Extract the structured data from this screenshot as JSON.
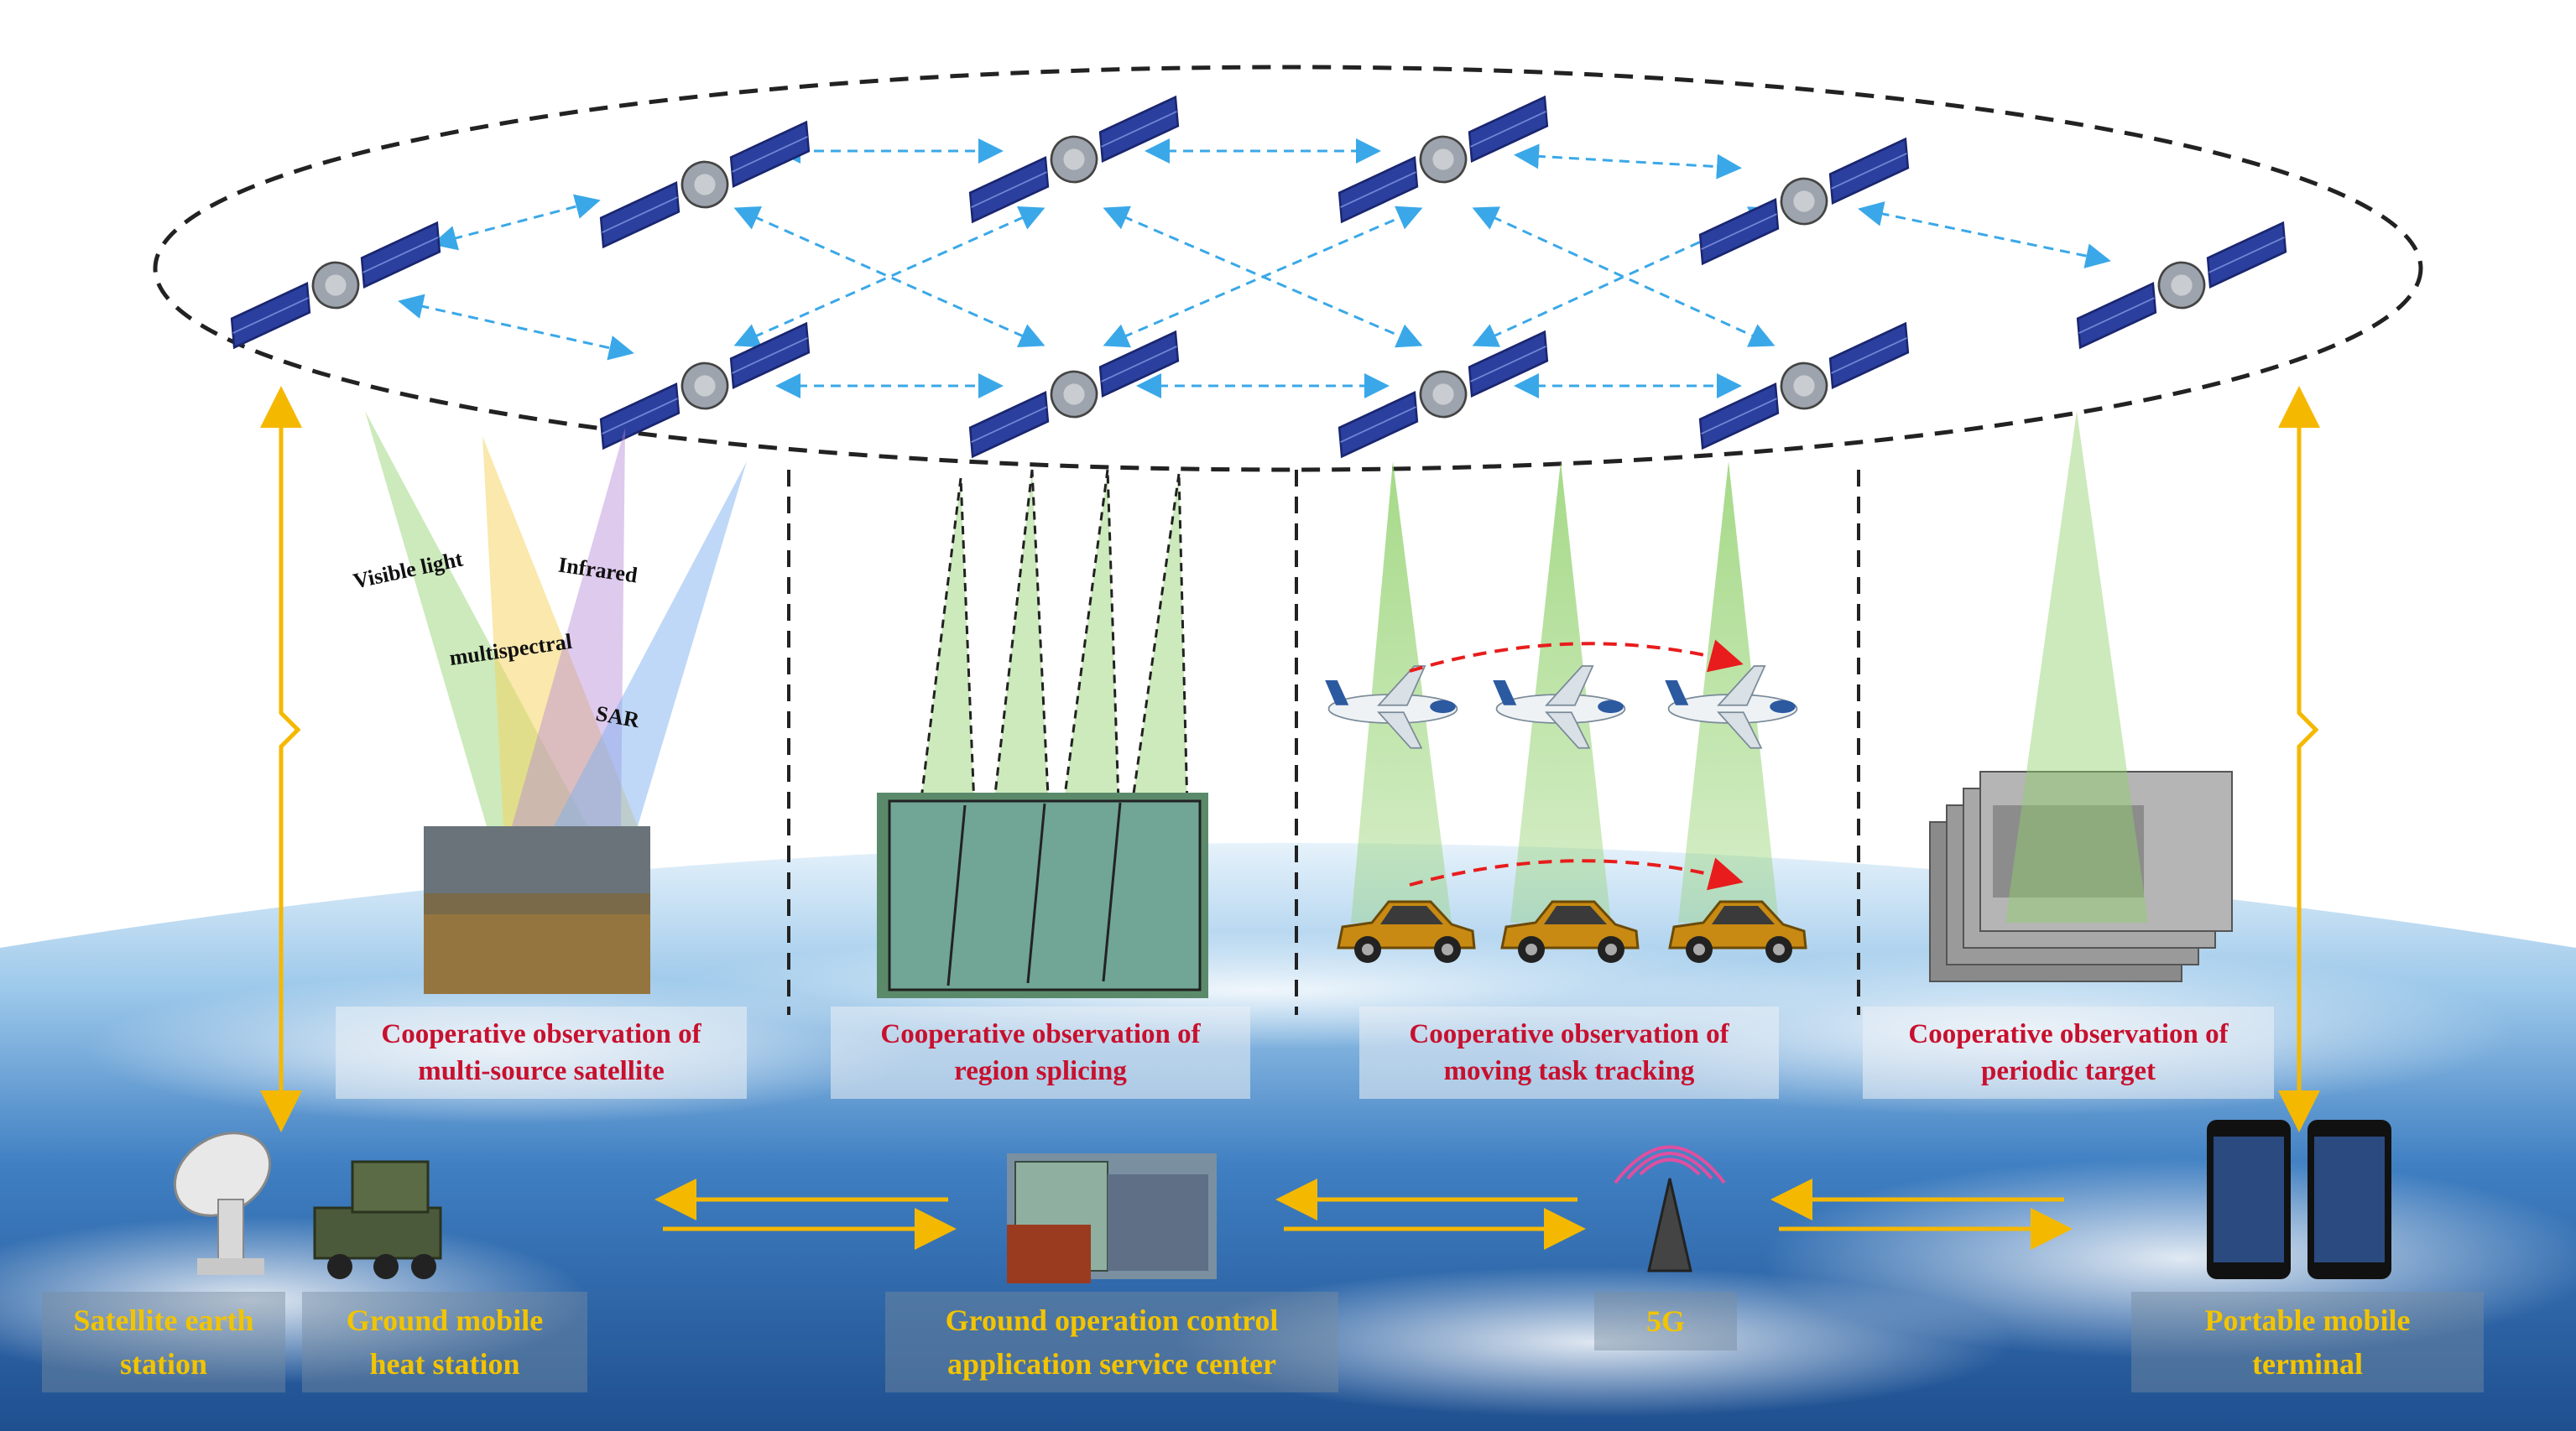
{
  "beam_labels": {
    "visible": "Visible light",
    "infrared": "Infrared",
    "multispectral": "multispectral",
    "sar": "SAR"
  },
  "mode_labels": [
    {
      "line1": "Cooperative observation of",
      "line2": "multi-source satellite"
    },
    {
      "line1": "Cooperative observation of",
      "line2": "region splicing"
    },
    {
      "line1": "Cooperative observation of",
      "line2": "moving task tracking"
    },
    {
      "line1": "Cooperative observation of",
      "line2": "periodic target"
    }
  ],
  "ground_labels": [
    {
      "line1": "Satellite earth",
      "line2": "station"
    },
    {
      "line1": "Ground mobile",
      "line2": "heat station"
    },
    {
      "line1": "Ground operation control",
      "line2": "application service center"
    },
    {
      "line1": "5G",
      "line2": ""
    },
    {
      "line1": "Portable mobile",
      "line2": "terminal"
    }
  ],
  "colors": {
    "highlight_red": "#c8102e",
    "ground_label_yellow": "#f2c400",
    "link_arrow_blue": "#3aa8e8",
    "data_link_yellow": "#f5b800",
    "track_arrow_red": "#e81c1c",
    "beam_green": "#8fd06a",
    "beam_yellow": "#f6d25a",
    "beam_purple": "#b58ad8",
    "beam_blue": "#7fb2ef"
  }
}
